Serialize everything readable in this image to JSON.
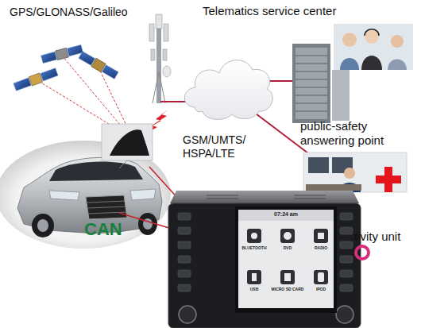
{
  "diagram": {
    "labels": [
      "GPS/GLONASS/Galileo",
      "Telematics service center",
      "GSM/UMTS/ HSPA/LTE",
      "public-safety answering point",
      "CAN",
      "tivity unit",
      "07:24 am",
      "BLUETOOTH",
      "DVD",
      "RADIO",
      "USB",
      "MICRO SD CARD",
      "IPOD"
    ]
  }
}
